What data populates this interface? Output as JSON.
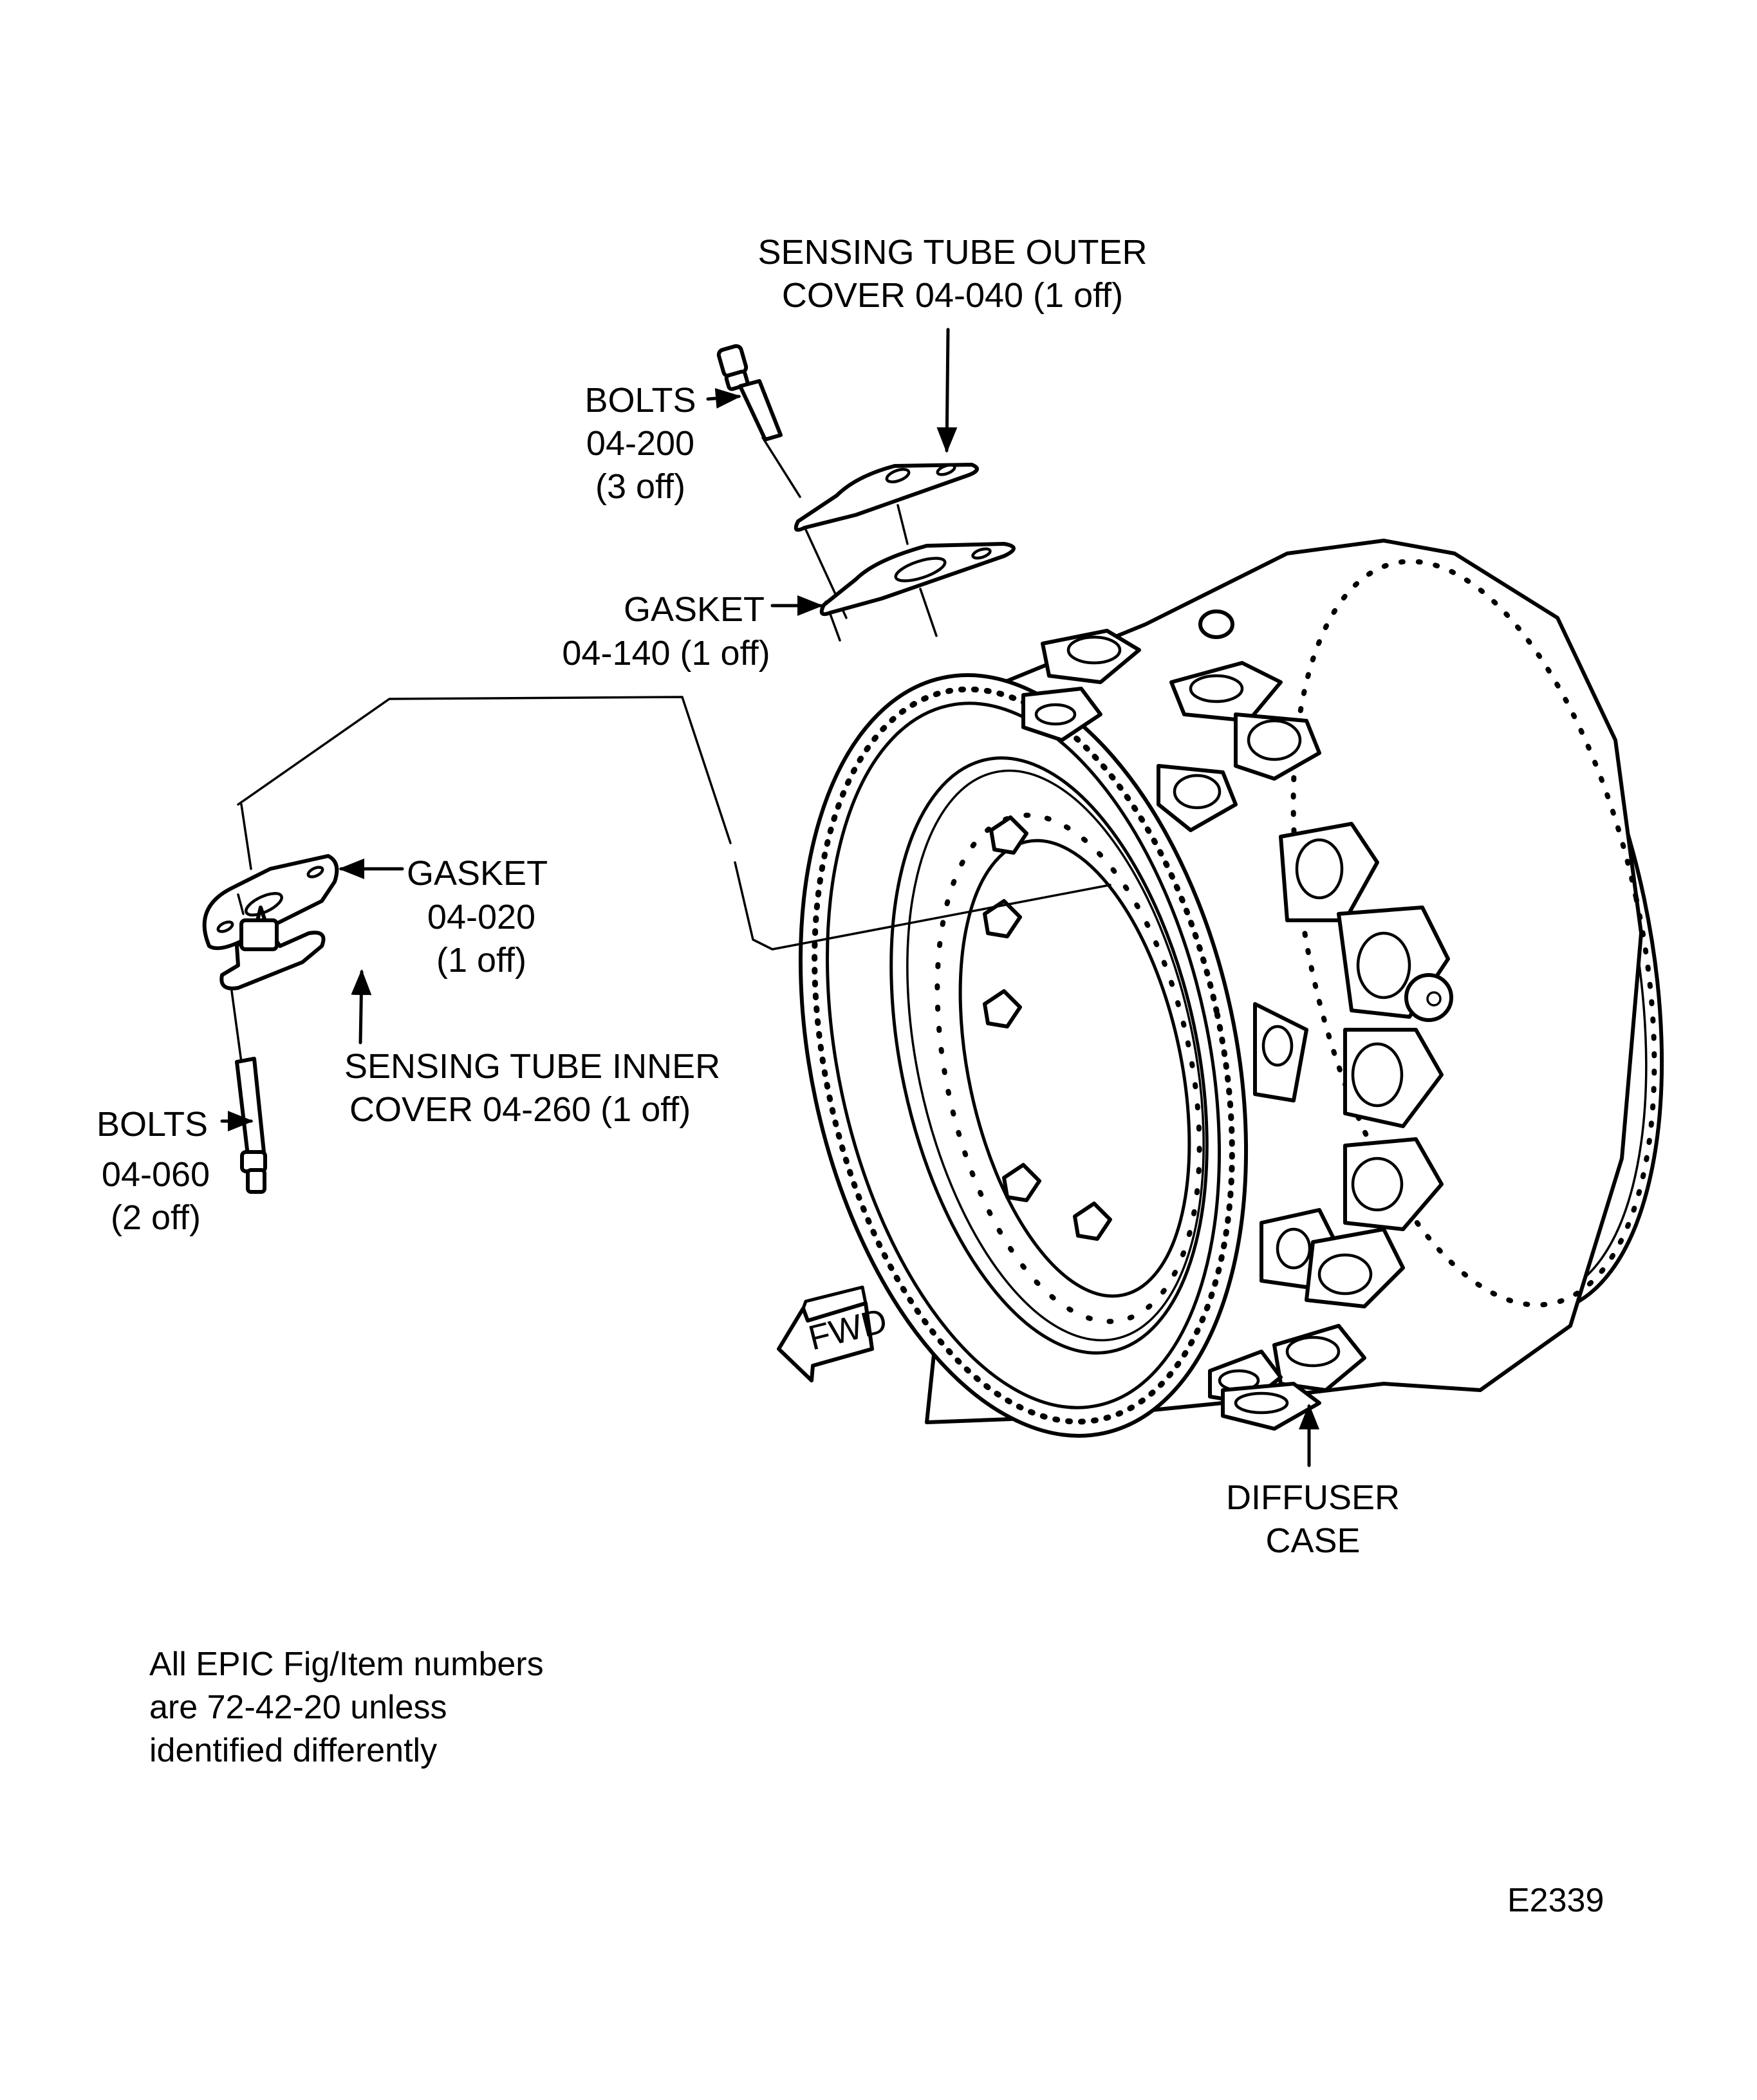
{
  "figure": {
    "id": "E2339",
    "note_lines": [
      "All EPIC Fig/Item numbers",
      "are 72-42-20 unless",
      "identified differently"
    ],
    "direction_marker": "FWD"
  },
  "callouts": {
    "outer_cover": {
      "line1": "SENSING TUBE OUTER",
      "line2": "COVER 04-040 (1 off)"
    },
    "bolts_upper": {
      "line1": "BOLTS",
      "line2": "04-200",
      "line3": "(3 off)"
    },
    "gasket_upper": {
      "line1": "GASKET",
      "line2": "04-140 (1 off)"
    },
    "gasket_lower": {
      "line1": "GASKET",
      "line2": "04-020",
      "line3": "(1 off)"
    },
    "inner_cover": {
      "line1": "SENSING TUBE INNER",
      "line2": "COVER 04-260 (1 off)"
    },
    "bolts_lower": {
      "line1": "BOLTS",
      "line2": "04-060",
      "line3": "(2 off)"
    },
    "diffuser_case": {
      "line1": "DIFFUSER",
      "line2": "CASE"
    }
  }
}
